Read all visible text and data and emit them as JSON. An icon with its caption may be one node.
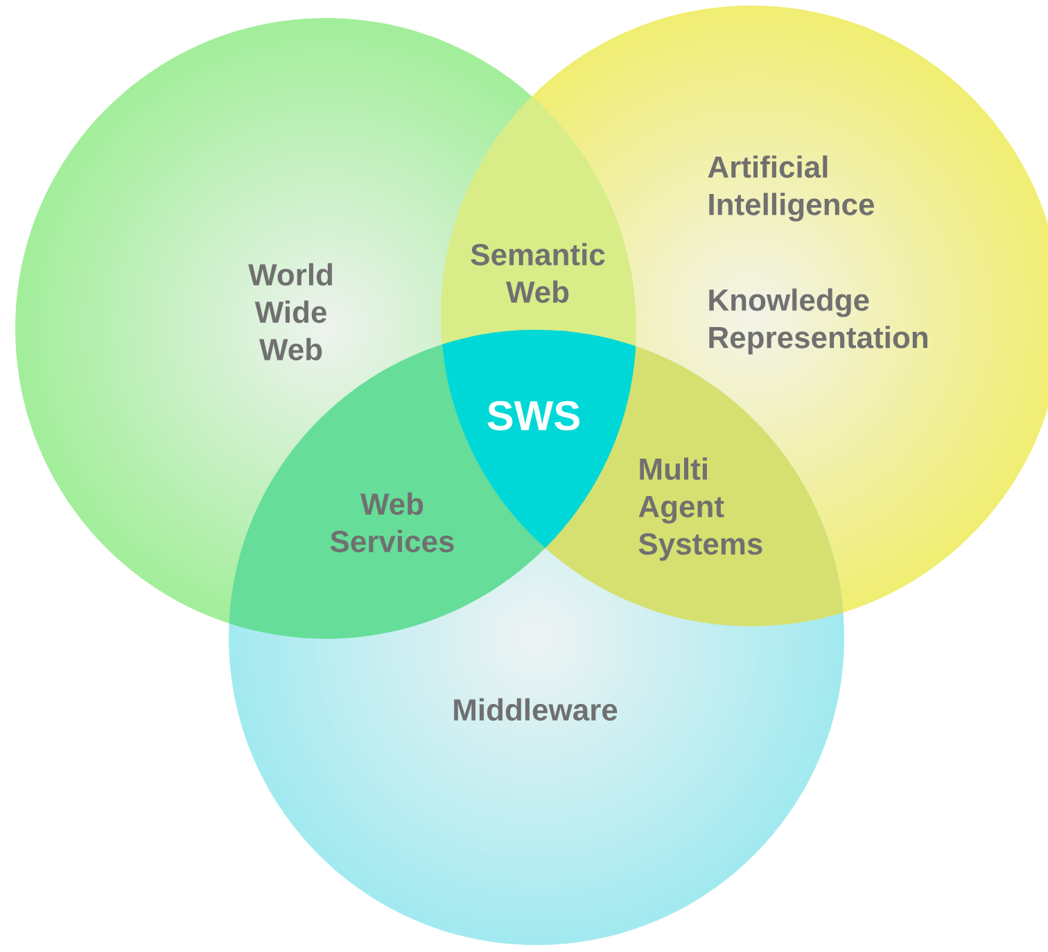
{
  "diagram": {
    "nodes": [
      {
        "text": [
          "World Wide Web"
        ]
      },
      {
        "text": [
          "Artificial Intelligence",
          "Knowledge Representation"
        ]
      },
      {
        "text": [
          "Middleware"
        ]
      }
    ],
    "labels": [
      "Semantic Web",
      "SWS",
      "Web Services",
      "Multi Agent Systems"
    ]
  }
}
